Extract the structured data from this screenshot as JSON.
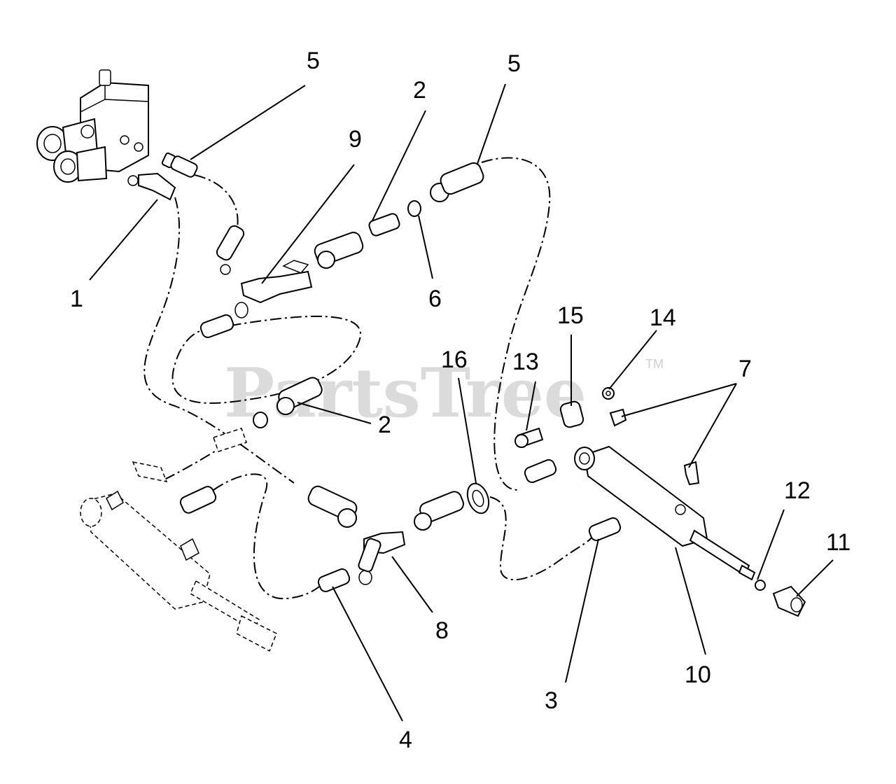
{
  "watermark": {
    "text": "PartsTree",
    "tm": "TM"
  },
  "callouts": {
    "c1": "1",
    "c2a": "2",
    "c2b": "2",
    "c3": "3",
    "c4": "4",
    "c5a": "5",
    "c5b": "5",
    "c6": "6",
    "c7": "7",
    "c8": "8",
    "c9": "9",
    "c10": "10",
    "c11": "11",
    "c12": "12",
    "c13": "13",
    "c14": "14",
    "c15": "15",
    "c16": "16"
  },
  "colors": {
    "line": "#000000",
    "background": "#ffffff",
    "watermark": "#cfcfcf"
  }
}
